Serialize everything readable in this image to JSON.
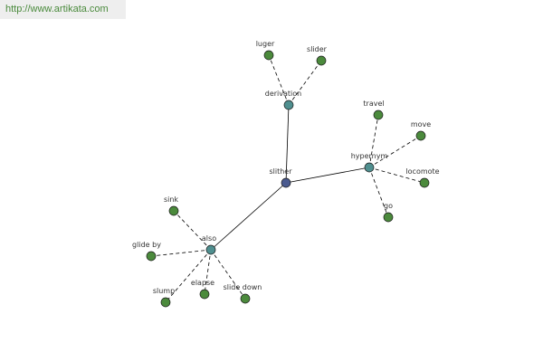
{
  "watermark": "http://www.artikata.com",
  "colors": {
    "root": "#4a5a8f",
    "relation": "#4f8f8f",
    "leaf": "#4b8a3c",
    "solid_edge": "#000000",
    "dashed_edge": "#000000"
  },
  "nodes": [
    {
      "id": "root",
      "label": "slither",
      "kind": "root"
    },
    {
      "id": "derivation",
      "label": "derivation",
      "kind": "relation"
    },
    {
      "id": "hypernym",
      "label": "hypernym",
      "kind": "relation"
    },
    {
      "id": "also",
      "label": "also",
      "kind": "relation"
    },
    {
      "id": "luger",
      "label": "luger",
      "kind": "leaf"
    },
    {
      "id": "slider",
      "label": "slider",
      "kind": "leaf"
    },
    {
      "id": "travel",
      "label": "travel",
      "kind": "leaf"
    },
    {
      "id": "move",
      "label": "move",
      "kind": "leaf"
    },
    {
      "id": "locomote",
      "label": "locomote",
      "kind": "leaf"
    },
    {
      "id": "go",
      "label": "go",
      "kind": "leaf"
    },
    {
      "id": "sink",
      "label": "sink",
      "kind": "leaf"
    },
    {
      "id": "glide_by",
      "label": "glide by",
      "kind": "leaf"
    },
    {
      "id": "slump",
      "label": "slump",
      "kind": "leaf"
    },
    {
      "id": "elapse",
      "label": "elapse",
      "kind": "leaf"
    },
    {
      "id": "slide_down",
      "label": "slide down",
      "kind": "leaf"
    }
  ],
  "edges": [
    {
      "from": "root",
      "to": "derivation",
      "style": "solid"
    },
    {
      "from": "root",
      "to": "hypernym",
      "style": "solid"
    },
    {
      "from": "root",
      "to": "also",
      "style": "solid"
    },
    {
      "from": "derivation",
      "to": "luger",
      "style": "dashed"
    },
    {
      "from": "derivation",
      "to": "slider",
      "style": "dashed"
    },
    {
      "from": "hypernym",
      "to": "travel",
      "style": "dashed"
    },
    {
      "from": "hypernym",
      "to": "move",
      "style": "dashed"
    },
    {
      "from": "hypernym",
      "to": "locomote",
      "style": "dashed"
    },
    {
      "from": "hypernym",
      "to": "go",
      "style": "dashed"
    },
    {
      "from": "also",
      "to": "sink",
      "style": "dashed"
    },
    {
      "from": "also",
      "to": "glide_by",
      "style": "dashed"
    },
    {
      "from": "also",
      "to": "slump",
      "style": "dashed"
    },
    {
      "from": "also",
      "to": "elapse",
      "style": "dashed"
    },
    {
      "from": "also",
      "to": "slide_down",
      "style": "dashed"
    }
  ]
}
